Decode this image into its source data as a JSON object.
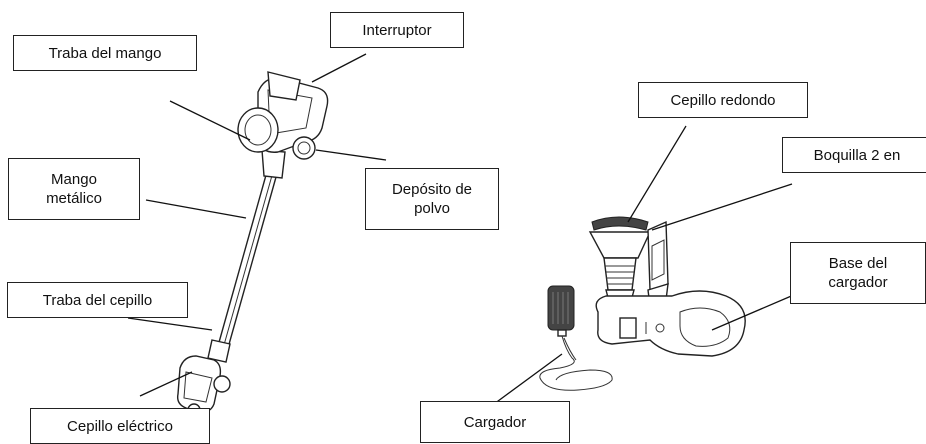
{
  "labels": {
    "interruptor": "Interruptor",
    "traba_mango": "Traba del mango",
    "mango_metalico": "Mango\nmetálico",
    "deposito_polvo": "Depósito de\npolvo",
    "traba_cepillo": "Traba del cepillo",
    "cepillo_electrico": "Cepillo eléctrico",
    "cepillo_redondo": "Cepillo redondo",
    "boquilla": "Boquilla 2 en",
    "base_cargador": "Base del\ncargador",
    "cargador": "Cargador"
  }
}
